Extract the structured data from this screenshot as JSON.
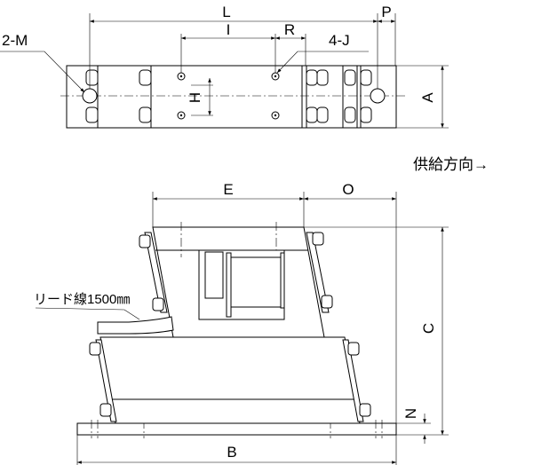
{
  "top_view": {
    "dim_L": "L",
    "dim_P": "P",
    "dim_I": "I",
    "dim_R": "R",
    "dim_H": "H",
    "dim_A": "A",
    "mount_holes": "2-M",
    "tapped_holes": "4-J"
  },
  "feed_direction": "供給方向→",
  "front_view": {
    "dim_E": "E",
    "dim_O": "O",
    "dim_C": "C",
    "dim_N": "N",
    "dim_B": "B",
    "lead_wire": "リード線1500㎜"
  }
}
